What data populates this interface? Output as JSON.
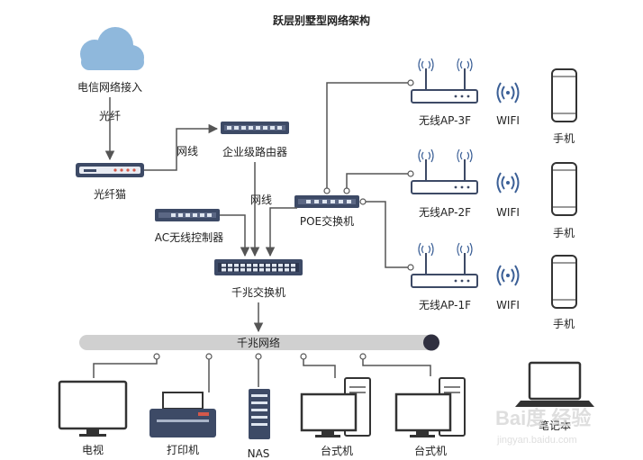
{
  "title": "跃层别墅型网络架构",
  "nodes": {
    "telecom": "电信网络接入",
    "optical_modem": "光纤猫",
    "router": "企业级路由器",
    "ac_controller": "AC无线控制器",
    "poe_switch": "POE交换机",
    "gigabit_switch": "千兆交换机",
    "ap3": "无线AP-3F",
    "ap2": "无线AP-2F",
    "ap1": "无线AP-1F",
    "wifi": "WIFI",
    "phone": "手机",
    "backbone": "千兆网络",
    "tv": "电视",
    "printer": "打印机",
    "nas": "NAS",
    "desktop": "台式机",
    "laptop": "笔记本"
  },
  "links": {
    "fiber": "光纤",
    "cable": "网线"
  },
  "watermark": {
    "logo": "Bai度 经验",
    "url": "jingyan.baidu.com"
  },
  "colors": {
    "line": "#555555",
    "cloud": "#8fb8dc",
    "device": "#3d4a66",
    "backbone": "#d0d0d0",
    "phone_border": "#333333"
  }
}
